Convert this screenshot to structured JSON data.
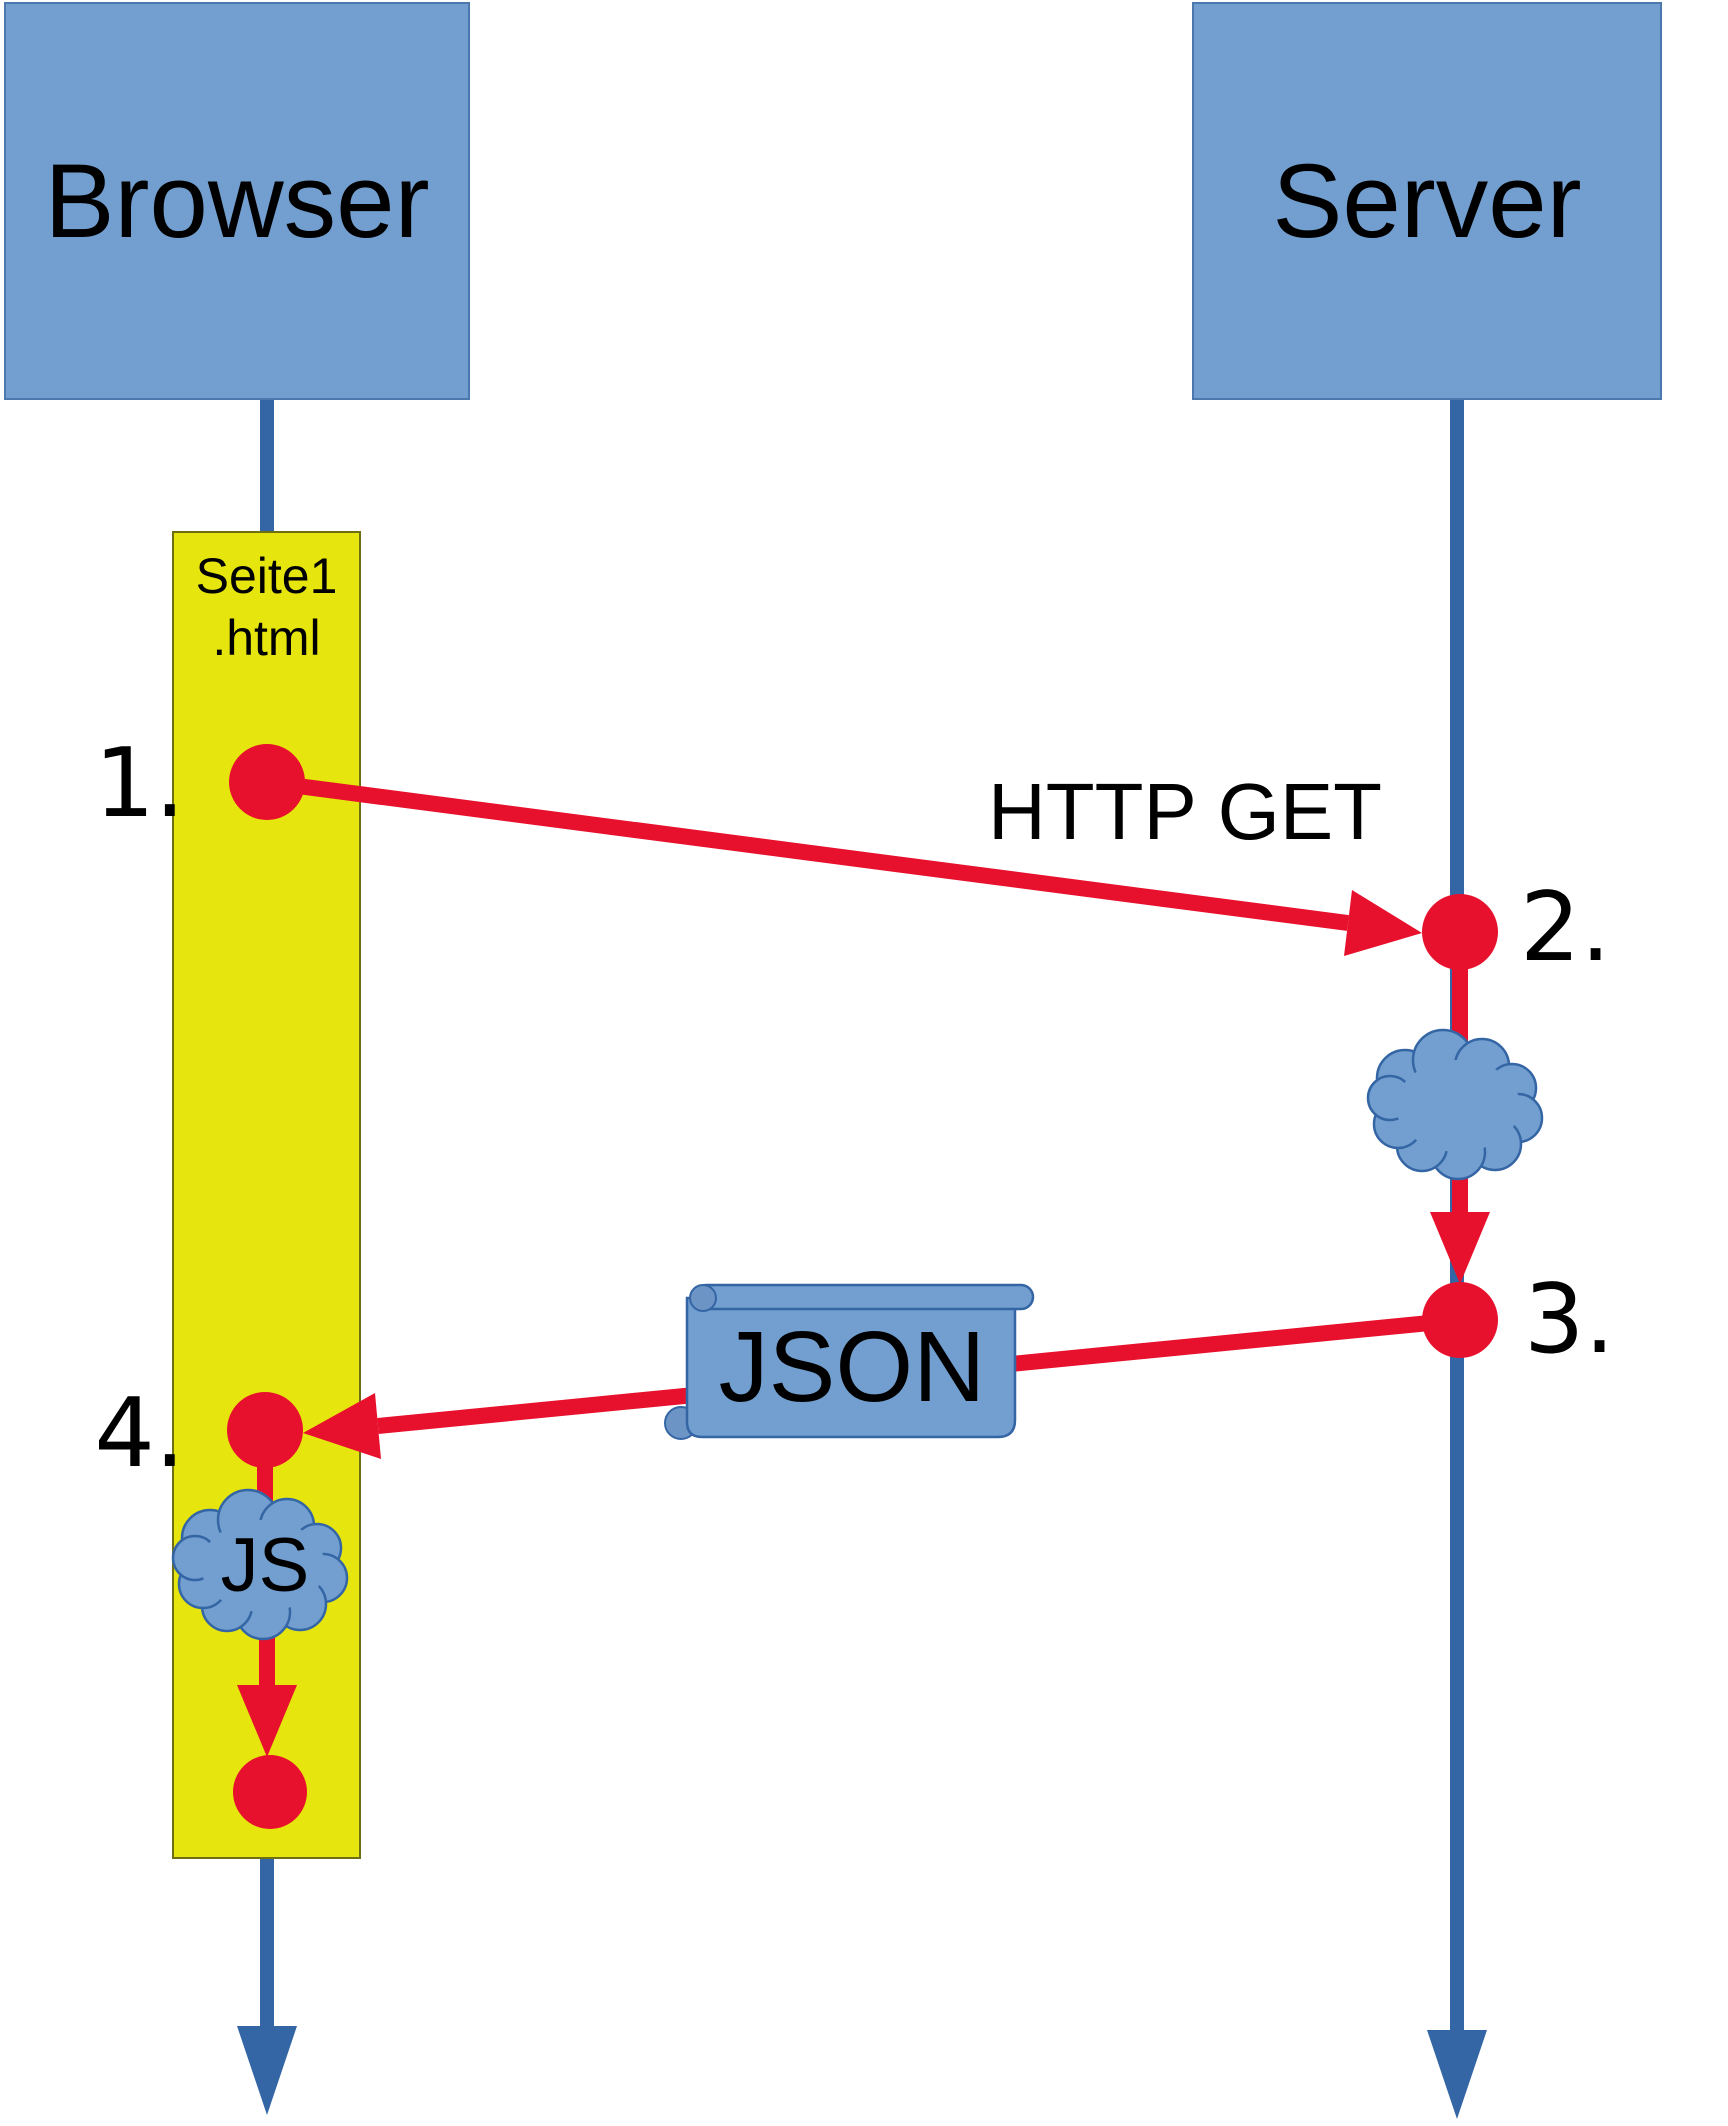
{
  "diagram": {
    "actors": {
      "browser": "Browser",
      "server": "Server"
    },
    "activation": {
      "line1": "Seite1",
      "line2": ".html"
    },
    "steps": {
      "s1": "1.",
      "s2": "2.",
      "s3": "3.",
      "s4": "4."
    },
    "messages": {
      "request": "HTTP GET",
      "response": "JSON"
    },
    "process": {
      "label": "JS"
    },
    "colors": {
      "actor_fill": "#729fcf",
      "outline_blue": "#3465a4",
      "message_red": "#e8112d",
      "activation_fill": "#e6e50e",
      "activation_border": "#6e6e14",
      "text": "#000000"
    }
  }
}
